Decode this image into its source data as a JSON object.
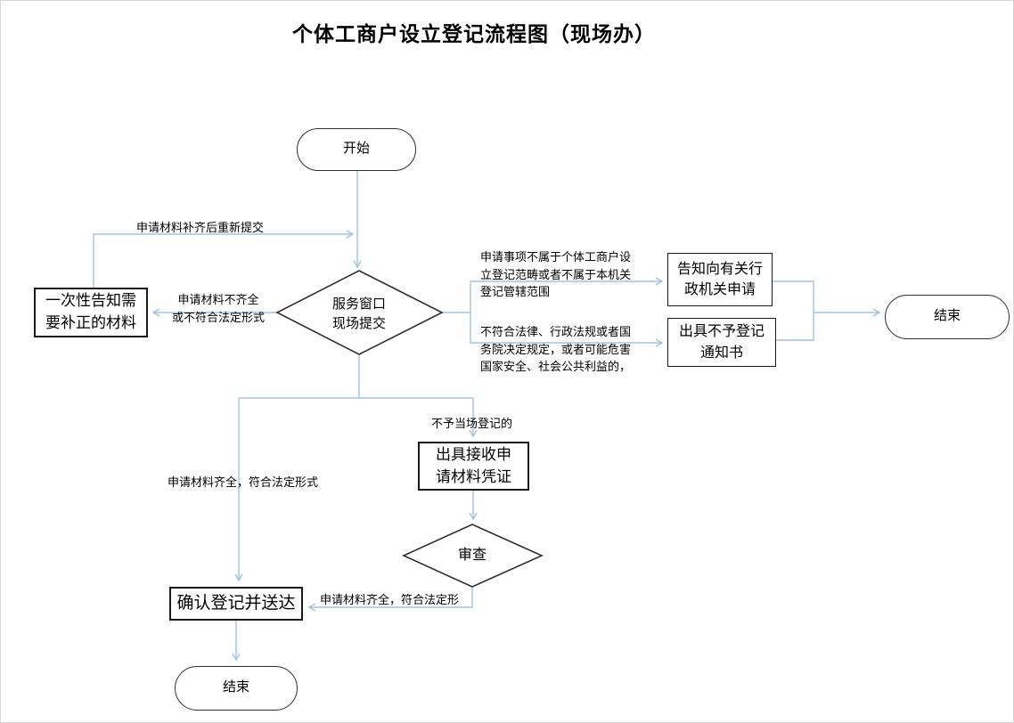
{
  "title": "个体工商户设立登记流程图（现场办）",
  "colors": {
    "connector": "#9DC3E6",
    "shape_border": "#2F2F2F",
    "text": "#000000",
    "background": "#FFFFFF"
  },
  "nodes": {
    "start": {
      "label": "开始",
      "type": "terminator"
    },
    "submit": {
      "label": "服务窗口\n现场提交",
      "type": "decision"
    },
    "notify_correction": {
      "label": "一次性告知需\n要补正的材料",
      "type": "process"
    },
    "notify_authority": {
      "label": "告知向有关行\n政机关申请",
      "type": "process"
    },
    "rejection_notice": {
      "label": "出具不予登记\n通知书",
      "type": "process"
    },
    "end_right": {
      "label": "结束",
      "type": "terminator"
    },
    "receipt": {
      "label": "出具接收申\n请材料凭证",
      "type": "process"
    },
    "review": {
      "label": "审查",
      "type": "decision"
    },
    "confirm_delivery": {
      "label": "确认登记并送达",
      "type": "process"
    },
    "end_bottom": {
      "label": "结束",
      "type": "terminator"
    }
  },
  "edge_labels": {
    "resubmit": "申请材料补齐后重新提交",
    "incomplete": "申请材料不齐全\n或不符合法定形式",
    "not_in_scope": "申请事项不属于个体工商户设\n立登记范畴或者不属于本机关\n登记管辖范围",
    "illegal": "不符合法律、行政法规或者国\n务院决定规定，或者可能危害\n国家安全、社会公共利益的，",
    "not_onsite": "不予当场登记的",
    "complete_to_confirm": "申请材料齐全，符合法定形式",
    "review_pass": "申请材料齐全，符合法定形"
  }
}
